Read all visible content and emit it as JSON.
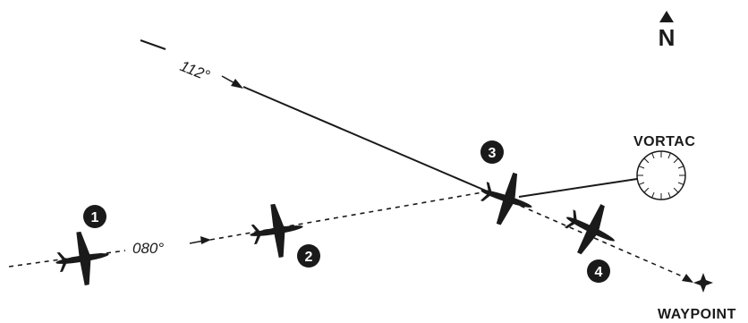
{
  "diagram": {
    "north": {
      "label": "N"
    },
    "courses": {
      "inbound_radial": {
        "label": "112°"
      },
      "track": {
        "label": "080°"
      }
    },
    "stations": {
      "vortac": {
        "label": "VORTAC"
      },
      "waypoint": {
        "label": "WAYPOINT"
      }
    },
    "aircraft": [
      {
        "position": "1"
      },
      {
        "position": "2"
      },
      {
        "position": "3"
      },
      {
        "position": "4"
      }
    ],
    "colors": {
      "ink": "#1a1a1a",
      "background": "#ffffff"
    }
  }
}
